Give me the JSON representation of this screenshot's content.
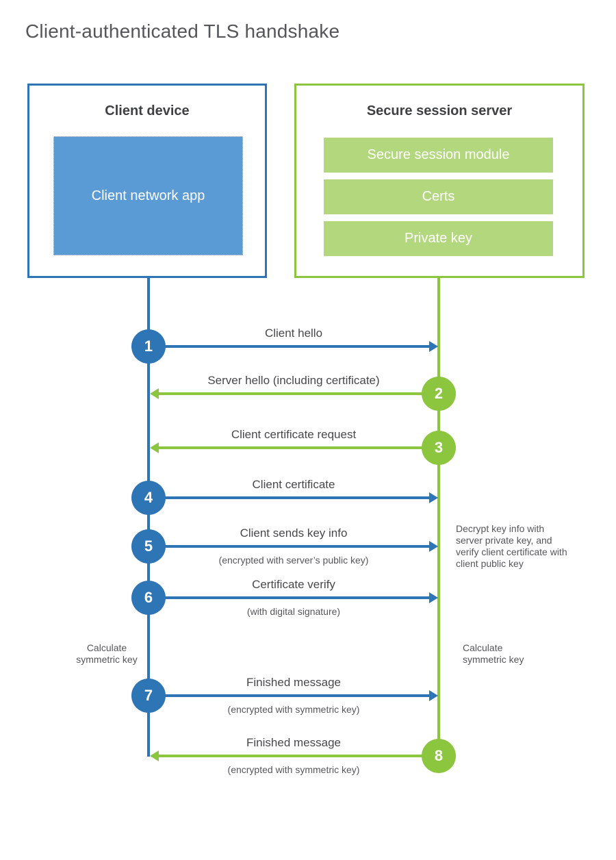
{
  "title": "Client-authenticated TLS handshake",
  "client_box": {
    "title": "Client device",
    "app": "Client network app"
  },
  "server_box": {
    "title": "Secure session server",
    "modules": [
      {
        "label": "Secure session module"
      },
      {
        "label": "Certs"
      },
      {
        "label": "Private key"
      }
    ]
  },
  "steps": [
    {
      "num": "1",
      "actor": "client",
      "direction": "right",
      "label": "Client hello",
      "sub": ""
    },
    {
      "num": "2",
      "actor": "server",
      "direction": "left",
      "label": "Server hello (including certificate)",
      "sub": ""
    },
    {
      "num": "3",
      "actor": "server",
      "direction": "left",
      "label": "Client certificate request",
      "sub": ""
    },
    {
      "num": "4",
      "actor": "client",
      "direction": "right",
      "label": "Client certificate",
      "sub": ""
    },
    {
      "num": "5",
      "actor": "client",
      "direction": "right",
      "label": "Client sends key info",
      "sub": "(encrypted with server’s public key)"
    },
    {
      "num": "6",
      "actor": "client",
      "direction": "right",
      "label": "Certificate verify",
      "sub": "(with digital signature)"
    },
    {
      "num": "7",
      "actor": "client",
      "direction": "right",
      "label": "Finished message",
      "sub": "(encrypted with symmetric key)"
    },
    {
      "num": "8",
      "actor": "server",
      "direction": "left",
      "label": "Finished message",
      "sub": "(encrypted with symmetric key)"
    }
  ],
  "annotations": {
    "server_decrypt_note": "Decrypt key info with server private key, and verify client certificate with client public key",
    "client_calc_note": "Calculate symmetric key",
    "server_calc_note": "Calculate symmetric key"
  },
  "colors": {
    "client_accent": "#2e75b6",
    "client_fill": "#5b9bd5",
    "server_accent": "#8cc63f",
    "server_fill": "#b3d77d"
  }
}
